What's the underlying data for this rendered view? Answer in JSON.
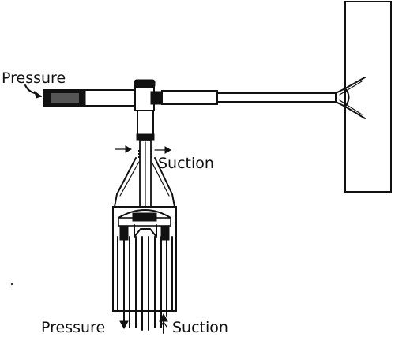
{
  "labels": {
    "pressure_top": "Pressure",
    "suction_mid": "Suction",
    "pressure_bottom": "Pressure",
    "suction_bottom": "Suction"
  },
  "colors": {
    "ink": "#111111",
    "background": "#ffffff"
  }
}
